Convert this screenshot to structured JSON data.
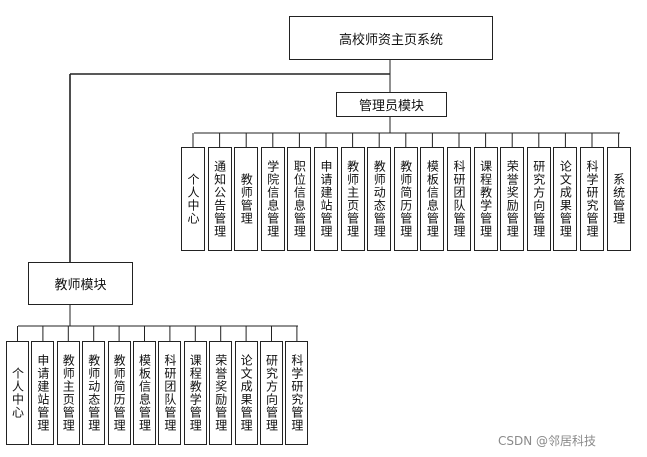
{
  "root": {
    "label": "高校师资主页系统"
  },
  "admin_module": {
    "label": "管理员模块",
    "items": [
      "个人中心",
      "通知公告管理",
      "教师管理",
      "学院信息管理",
      "职位信息管理",
      "申请建站管理",
      "教师主页管理",
      "教师动态管理",
      "教师简历管理",
      "模板信息管理",
      "科研团队管理",
      "课程教学管理",
      "荣誉奖励管理",
      "研究方向管理",
      "论文成果管理",
      "科学研究管理",
      "系统管理"
    ]
  },
  "teacher_module": {
    "label": "教师模块",
    "items": [
      "个人中心",
      "申请建站管理",
      "教师主页管理",
      "教师动态管理",
      "教师简历管理",
      "模板信息管理",
      "科研团队管理",
      "课程教学管理",
      "荣誉奖励管理",
      "论文成果管理",
      "研究方向管理",
      "科学研究管理"
    ]
  },
  "watermark": "CSDN @邻居科技"
}
